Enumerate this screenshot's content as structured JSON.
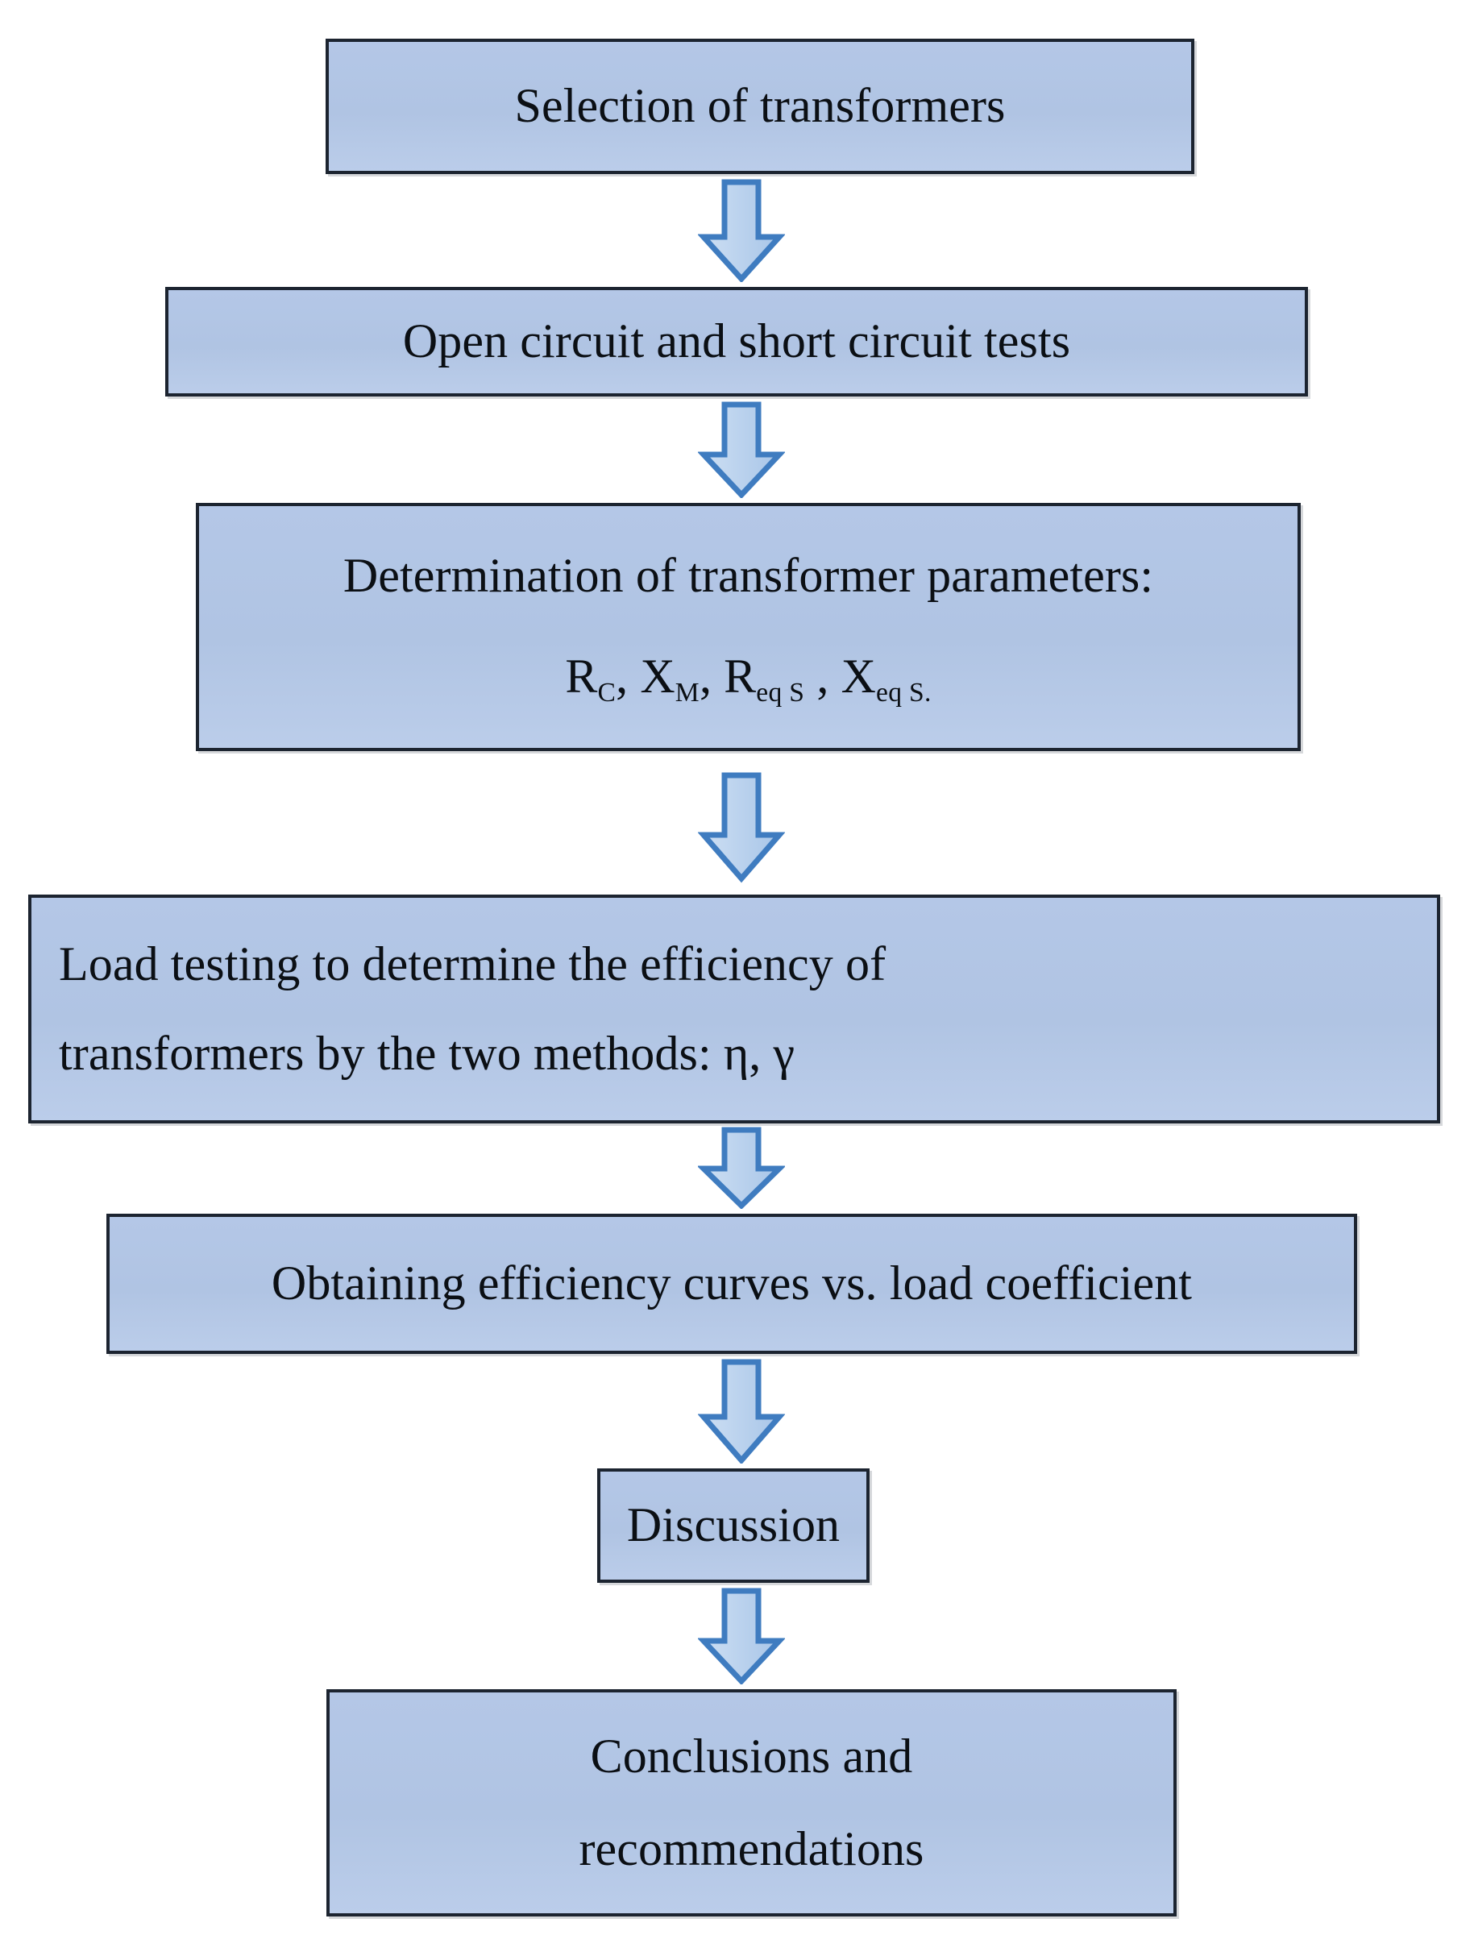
{
  "diagram": {
    "title": "Transformer efficiency study flowchart",
    "type": "flowchart",
    "orientation": "top-to-bottom",
    "palette": {
      "node_fill": "#b4c7e7",
      "node_border": "#1c2430",
      "arrow_fill": "#bcd3ee",
      "arrow_border": "#3f7cc0",
      "text": "#0b0f14",
      "background": "#ffffff"
    },
    "nodes": [
      {
        "id": "node-1",
        "name": "selection-of-transformers",
        "lines": [
          "Selection of transformers"
        ]
      },
      {
        "id": "node-2",
        "name": "open-and-short-circuit-tests",
        "lines": [
          "Open circuit and short circuit tests"
        ]
      },
      {
        "id": "node-3",
        "name": "determination-of-parameters",
        "lines": [
          "Determination of transformer parameters:"
        ],
        "formula": {
          "r_base": "R",
          "r_sub": "C",
          "sep1": ", ",
          "x_base": "X",
          "x_sub": "M",
          "sep2": ", ",
          "req_base": "R",
          "req_sub": "eq S",
          "sep3": " , ",
          "xeq_base": "X",
          "xeq_sub": "eq S.",
          "plain": "R_C, X_M, R_eq S , X_eq S."
        }
      },
      {
        "id": "node-4",
        "name": "load-testing-efficiency",
        "lines": [
          "Load testing to determine the efficiency  of",
          "transformers by the two methods: η, γ"
        ]
      },
      {
        "id": "node-5",
        "name": "efficiency-curves",
        "lines": [
          "Obtaining efficiency  curves vs. load coefficient"
        ]
      },
      {
        "id": "node-6",
        "name": "discussion",
        "lines": [
          "Discussion"
        ]
      },
      {
        "id": "node-7",
        "name": "conclusions-and-recommendations",
        "lines": [
          "Conclusions and",
          "recommendations"
        ]
      }
    ],
    "connectors": [
      {
        "id": "arrow-1",
        "name": "down-arrow-1",
        "from": "node-1",
        "to": "node-2",
        "glyph": "down-arrow"
      },
      {
        "id": "arrow-2",
        "name": "down-arrow-2",
        "from": "node-2",
        "to": "node-3",
        "glyph": "down-arrow"
      },
      {
        "id": "arrow-3",
        "name": "down-arrow-3",
        "from": "node-3",
        "to": "node-4",
        "glyph": "down-arrow"
      },
      {
        "id": "arrow-4",
        "name": "down-arrow-4",
        "from": "node-4",
        "to": "node-5",
        "glyph": "down-arrow"
      },
      {
        "id": "arrow-5",
        "name": "down-arrow-5",
        "from": "node-5",
        "to": "node-6",
        "glyph": "down-arrow"
      },
      {
        "id": "arrow-6",
        "name": "down-arrow-6",
        "from": "node-6",
        "to": "node-7",
        "glyph": "down-arrow"
      }
    ]
  }
}
